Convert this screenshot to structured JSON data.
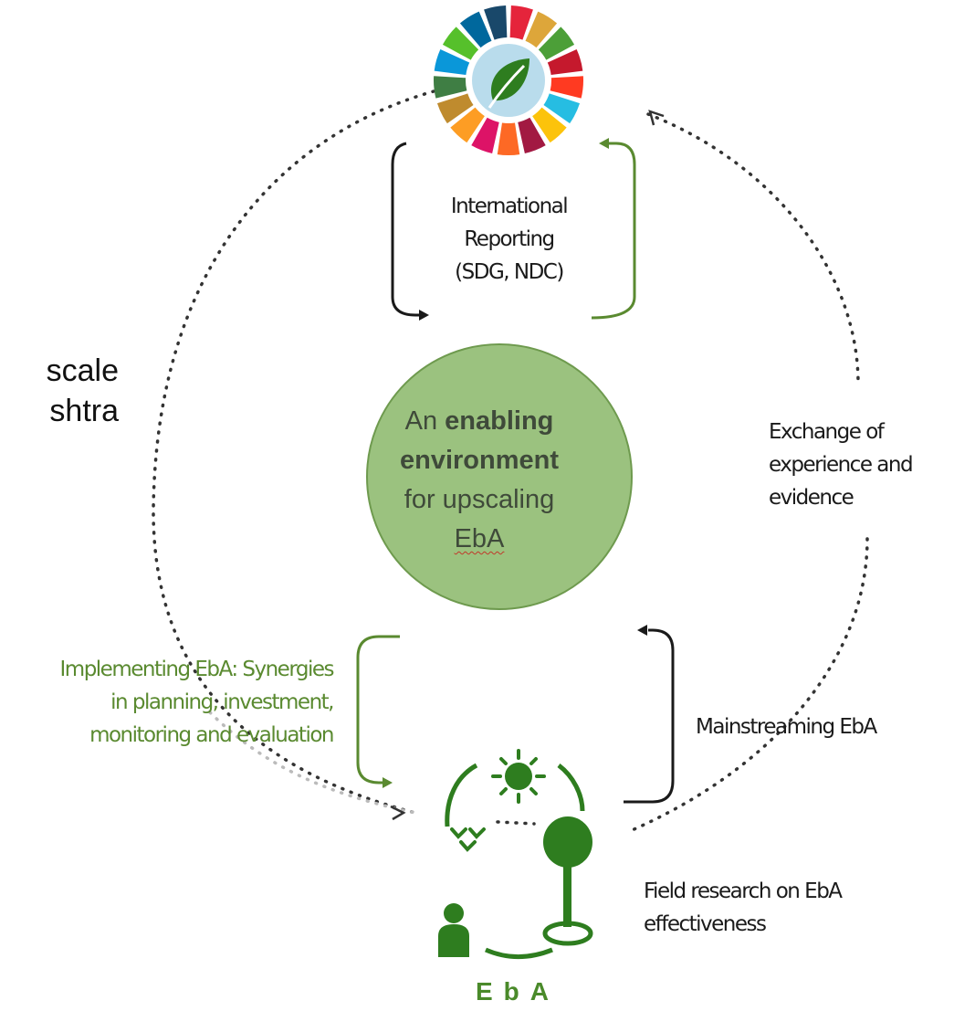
{
  "sdg_wheel_colors": [
    "#e5243b",
    "#dda63a",
    "#4c9f38",
    "#c5192d",
    "#ff3a21",
    "#26bde2",
    "#fcc30b",
    "#a21942",
    "#fd6925",
    "#dd1367",
    "#fd9d24",
    "#bf8b2e",
    "#3f7e44",
    "#0a97d9",
    "#56c02b",
    "#00689d",
    "#19486a"
  ],
  "labels": {
    "international_line1": "International",
    "international_line2": "Reporting",
    "international_line3": "(SDG, NDC)",
    "exchange_line1": "Exchange of",
    "exchange_line2": "experience and",
    "exchange_line3": "evidence",
    "implementing_line1": "Implementing EbA: Synergies",
    "implementing_line2": "in planning, investment,",
    "implementing_line3": "monitoring and evaluation",
    "mainstreaming": "Mainstreaming EbA",
    "field_line1": "Field research on EbA",
    "field_line2": "effectiveness",
    "side_line1": "scale",
    "side_line2": "shtra"
  },
  "center": {
    "line1_pre": "An ",
    "line1_bold": "enabling",
    "line2_bold": "environment",
    "line3": "for upscaling",
    "line4": "EbA"
  },
  "logo_text": "EbA",
  "colors": {
    "green": "#5a8a30",
    "circle_fill": "#9bc27f",
    "circle_stroke": "#6e9a4e",
    "logo_green": "#2e7d1f"
  }
}
